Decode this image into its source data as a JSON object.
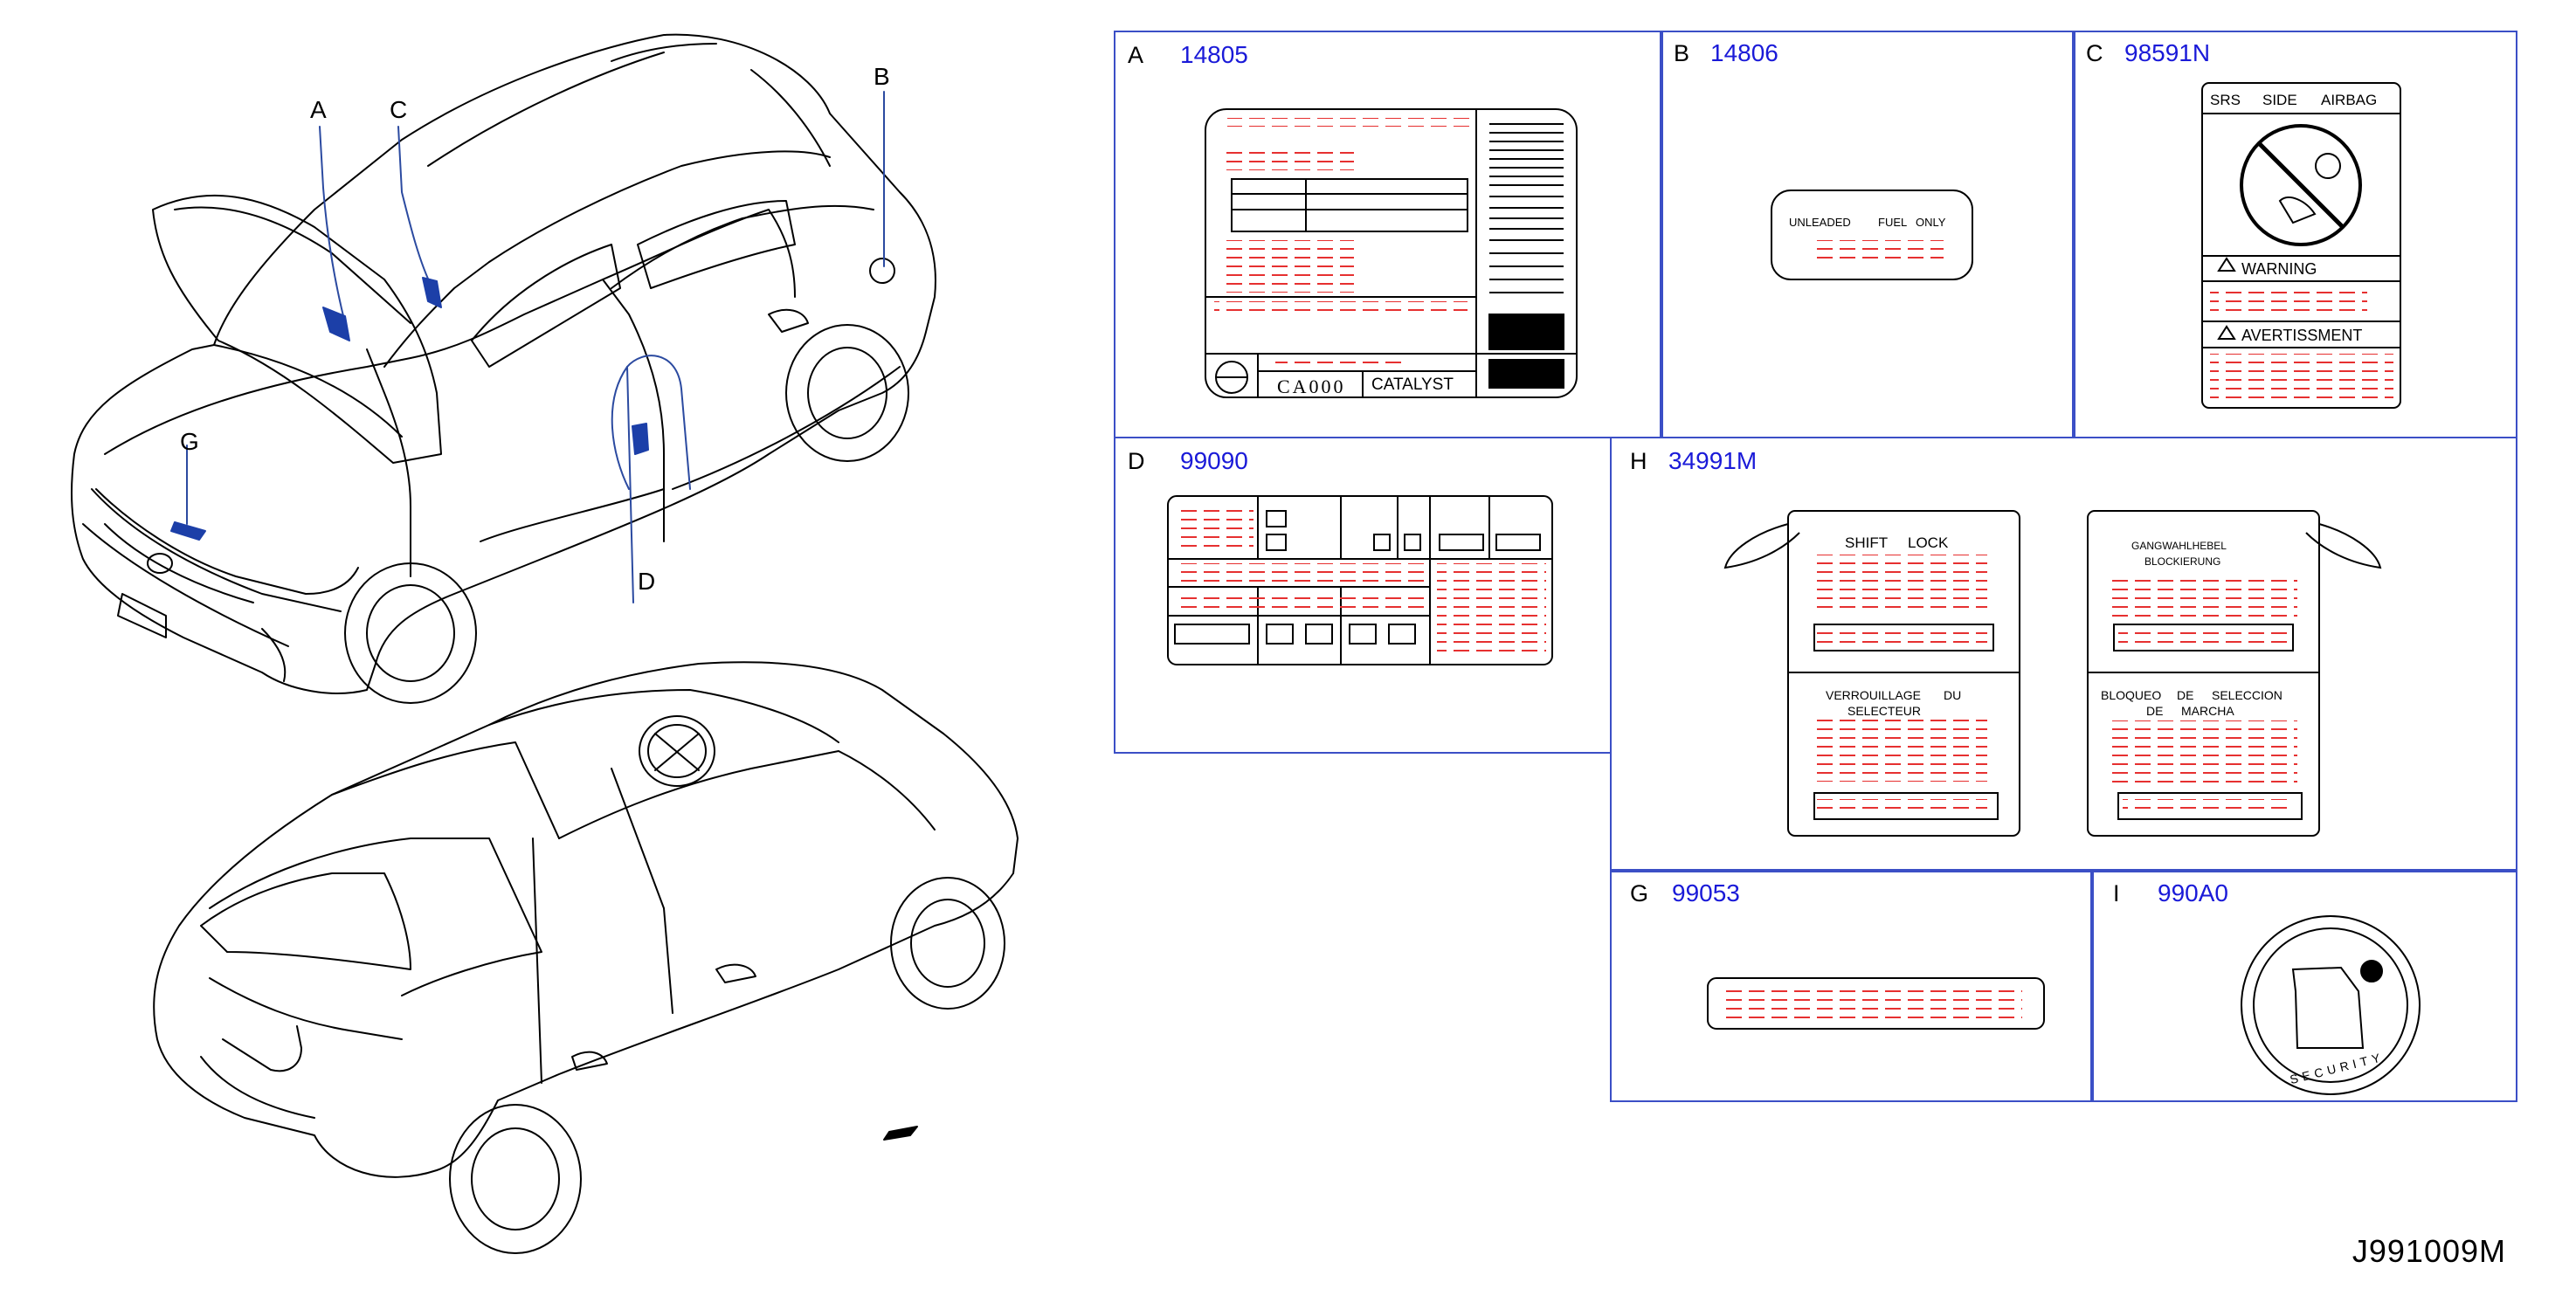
{
  "diagram_id": "J991009M",
  "callouts": [
    "A",
    "C",
    "B",
    "G",
    "D"
  ],
  "panels": [
    {
      "letter": "A",
      "part": "14805"
    },
    {
      "letter": "B",
      "part": "14806"
    },
    {
      "letter": "C",
      "part": "98591N"
    },
    {
      "letter": "D",
      "part": "99090"
    },
    {
      "letter": "H",
      "part": "34991M"
    },
    {
      "letter": "G",
      "part": "99053"
    },
    {
      "letter": "I",
      "part": "990A0"
    }
  ],
  "label_texts": {
    "catalyst_code": "CA000",
    "catalyst": "CATALYST",
    "fuel": [
      "UNLEADED",
      "FUEL",
      "ONLY"
    ],
    "airbag_title": [
      "SRS",
      "SIDE",
      "AIRBAG"
    ],
    "warning": "WARNING",
    "avertissment": "AVERTISSMENT",
    "shift_lock": [
      "SHIFT",
      "LOCK"
    ],
    "verrouillage": [
      "VERROUILLAGE",
      "DU"
    ],
    "selecteur": "SELECTEUR",
    "gangwahl": "GANGWAHLHEBEL",
    "blockierung": "BLOCKIERUNG",
    "bloqueo": [
      "BLOQUEO",
      "DE",
      "SELECCION"
    ],
    "de_marcha": [
      "DE",
      "MARCHA"
    ],
    "security": "SECURITY"
  },
  "colors": {
    "line": "#000000",
    "accent_text": "#1a1ad8",
    "frame": "#3b4fc6",
    "placeholder": "#e63030",
    "marker": "#1c3fa8"
  }
}
